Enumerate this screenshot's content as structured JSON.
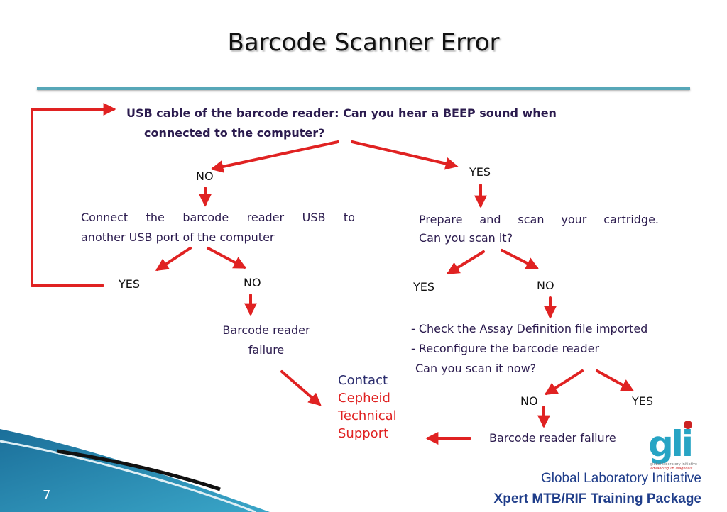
{
  "title": "Barcode Scanner Error",
  "q1": {
    "line1": "USB cable of the barcode reader:  Can you hear a BEEP sound when",
    "line2": "connected to the computer?"
  },
  "left": {
    "no_label": "NO",
    "action_line1": "Connect the barcode reader USB to",
    "action_line2": "another USB port of the computer",
    "yes_label": "YES",
    "no2_label": "NO",
    "failure_line1": "Barcode reader",
    "failure_line2": "failure"
  },
  "right": {
    "yes_label": "YES",
    "q_line1": "Prepare and scan your cartridge.",
    "q_line2": "Can you scan it?",
    "yes2_label": "YES",
    "no2_label": "NO",
    "check_line1": "- Check the Assay Definition file imported",
    "check_line2": "- Reconfigure the barcode reader",
    "check_line3": "Can you scan it now?",
    "no3_label": "NO",
    "yes3_label": "YES",
    "failure": "Barcode reader failure"
  },
  "contact": {
    "line1": "Contact",
    "line2": "Cepheid",
    "line3": "Technical",
    "line4": "Support"
  },
  "footer": {
    "org": "Global Laboratory Initiative",
    "package": "Xpert MTB/RIF Training Package",
    "page_number": "7"
  },
  "logo": {
    "text": "gli",
    "tagline1": "global laboratory initiative",
    "tagline2": "advancing TB diagnosis"
  },
  "colors": {
    "arrow": "#e02222",
    "accent_rule": "#57a7b8",
    "footer_text": "#1f3d8a",
    "logo": "#27a4c4"
  }
}
